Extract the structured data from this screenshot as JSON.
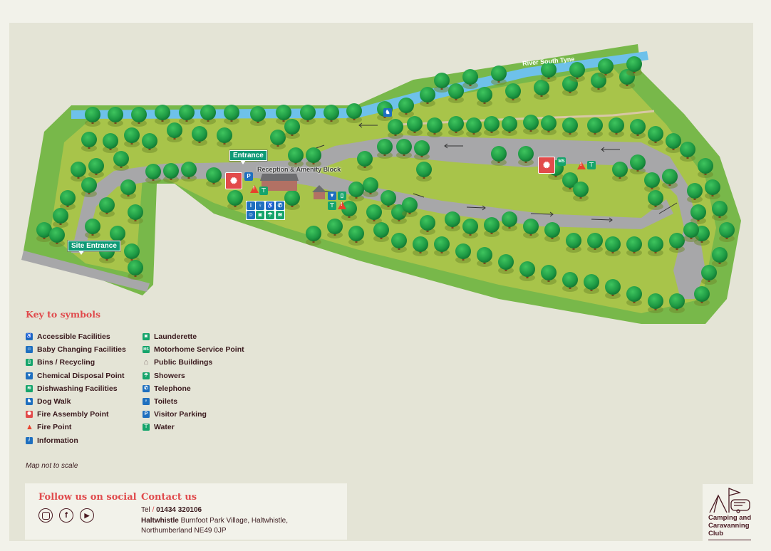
{
  "map": {
    "river_label": "River South Tyne",
    "entrance_sign": "Entrance",
    "site_entrance_sign": "Site Entrance",
    "reception_label": "Reception & Amenity Block",
    "colors": {
      "background": "#f2f2ea",
      "panel": "#e4e4d6",
      "grass_dark": "#78b84a",
      "grass_light": "#b0c64a",
      "road": "#a7a7a9",
      "river": "#6ec1ea",
      "tree": "#1e9a44",
      "sign_green": "#0e9a76",
      "icon_blue": "#1e6fbf",
      "icon_green": "#15a46b",
      "icon_red": "#e24b4b"
    }
  },
  "key": {
    "title": "Key to symbols",
    "left": [
      {
        "label": "Accessible Facilities",
        "icon": "accessible-icon",
        "color": "#1e6fbf",
        "glyph": "♿"
      },
      {
        "label": "Baby Changing Facilities",
        "icon": "baby-changing-icon",
        "color": "#1e6fbf",
        "glyph": "☺"
      },
      {
        "label": "Bins / Recycling",
        "icon": "bin-icon",
        "color": "#15a46b",
        "glyph": "▯"
      },
      {
        "label": "Chemical Disposal Point",
        "icon": "chemical-disposal-icon",
        "color": "#1e6fbf",
        "glyph": "▼"
      },
      {
        "label": "Dishwashing Facilities",
        "icon": "dishwashing-icon",
        "color": "#15a46b",
        "glyph": "≋"
      },
      {
        "label": "Dog Walk",
        "icon": "dog-walk-icon",
        "color": "#1e6fbf",
        "glyph": "♞"
      },
      {
        "label": "Fire Assembly Point",
        "icon": "fire-assembly-icon",
        "color": "#e24b4b",
        "glyph": "✺"
      },
      {
        "label": "Fire Point",
        "icon": "fire-point-icon",
        "color": "#e8412c",
        "glyph": "!"
      },
      {
        "label": "Information",
        "icon": "information-icon",
        "color": "#1e6fbf",
        "glyph": "i"
      }
    ],
    "right": [
      {
        "label": "Launderette",
        "icon": "launderette-icon",
        "color": "#15a46b",
        "glyph": "◙"
      },
      {
        "label": "Motorhome Service Point",
        "icon": "motorhome-service-icon",
        "color": "#15a46b",
        "glyph": "MS"
      },
      {
        "label": "Public Buildings",
        "icon": "public-building-icon",
        "color": "#8a7a78",
        "glyph": "⌂"
      },
      {
        "label": "Showers",
        "icon": "showers-icon",
        "color": "#15a46b",
        "glyph": "☂"
      },
      {
        "label": "Telephone",
        "icon": "telephone-icon",
        "color": "#1e6fbf",
        "glyph": "✆"
      },
      {
        "label": "Toilets",
        "icon": "toilets-icon",
        "color": "#1e6fbf",
        "glyph": "♀♂"
      },
      {
        "label": "Visitor Parking",
        "icon": "parking-icon",
        "color": "#1e6fbf",
        "glyph": "P"
      },
      {
        "label": "Water",
        "icon": "water-tap-icon",
        "color": "#15a46b",
        "glyph": "⊤"
      }
    ]
  },
  "note": "Map not to scale",
  "footer": {
    "social_heading": "Follow us on social",
    "contact_heading": "Contact us",
    "tel_label": "Tel",
    "tel_sep": "/",
    "tel_number": "01434 320106",
    "site_name": "Haltwhistle",
    "address_line1": "Burnfoot Park Village, Haltwhistle,",
    "address_line2": "Northumberland NE49 0JP"
  },
  "logo": {
    "line1": "Camping and",
    "line2": "Caravanning",
    "line3": "Club"
  }
}
